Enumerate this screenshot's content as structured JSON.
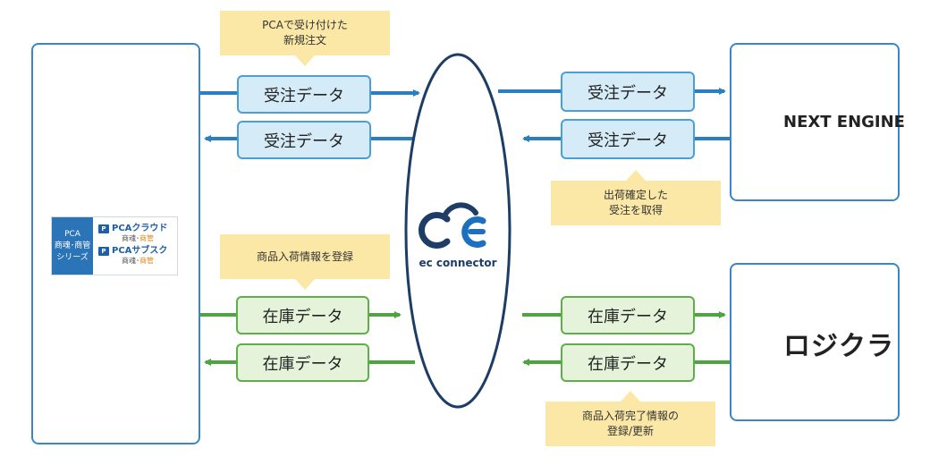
{
  "notes": {
    "top_left": [
      "PCAで受け付けた",
      "新規注文"
    ],
    "top_right": [
      "出荷確定した",
      "受注を取得"
    ],
    "bottom_left": [
      "商品入荷情報を登録"
    ],
    "bottom_right": [
      "商品入荷完了情報の",
      "登録/更新"
    ]
  },
  "order_data_label": "受注データ",
  "stock_data_label": "在庫データ",
  "pca_logo": {
    "left": [
      "PCA",
      "商魂･商管",
      "シリーズ"
    ],
    "cloud_name": "PCAクラウド",
    "cloud_sub": "商魂･",
    "cloud_sub_hl": "商管",
    "subsc_name": "PCAサブスク",
    "subsc_sub": "商魂･",
    "subsc_sub_hl": "商管",
    "badge": "P"
  },
  "center_label": "ec connector",
  "next_engine_label": "NEXT ENGINE",
  "logi_label": "ロジクラ",
  "colors": {
    "blue": "#2a7fc1",
    "green": "#4ea43e",
    "note": "#fce8a6",
    "navy": "#1d3c66"
  }
}
